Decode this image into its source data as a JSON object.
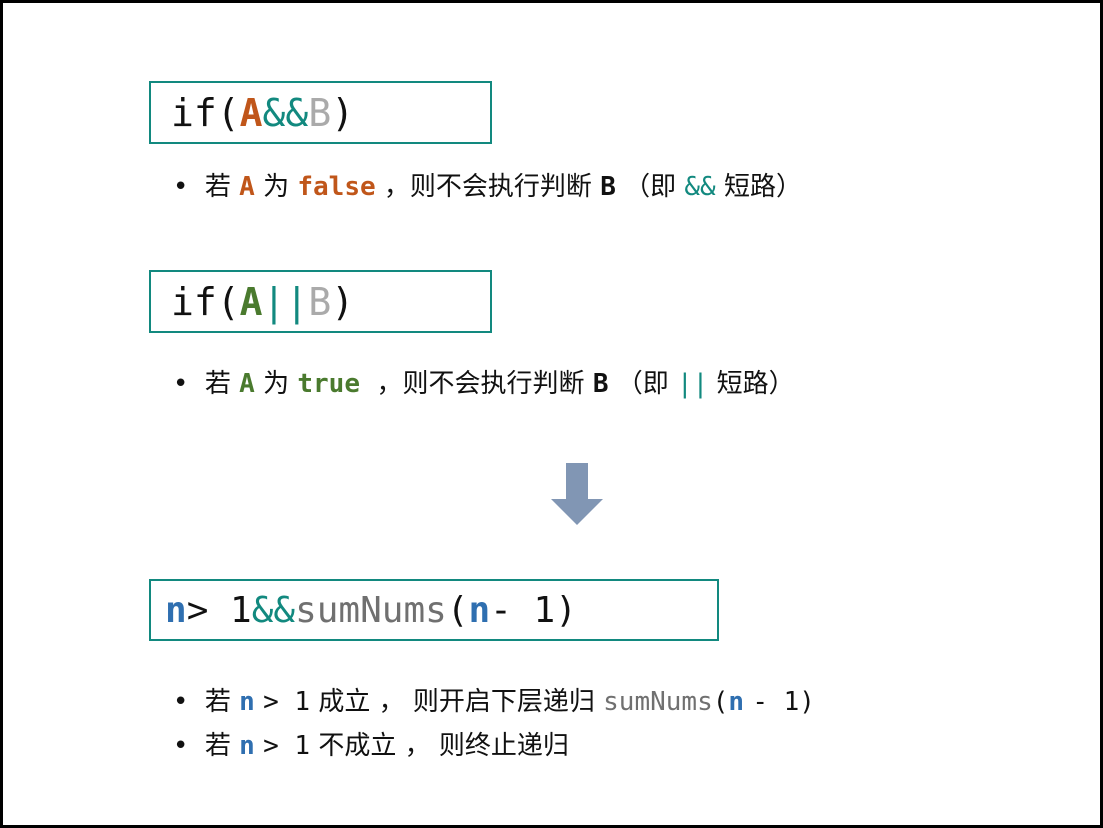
{
  "box1": {
    "if_kw": "if",
    "open_paren": "(",
    "a": "A",
    "op": "&&",
    "b": "B",
    "close_paren": ")"
  },
  "line1": {
    "bullet": "•",
    "ruo": "若",
    "a": "A",
    "wei": "为",
    "value": "false",
    "sep": "，",
    "then_text": "则不会执行判断",
    "b": "B",
    "paren_open": "（即",
    "op": "&&",
    "short_circuit": "短路）"
  },
  "box2": {
    "if_kw": "if",
    "open_paren": "(",
    "a": "A",
    "op": "||",
    "b": "B",
    "close_paren": ")"
  },
  "line2": {
    "bullet": "•",
    "ruo": "若",
    "a": "A",
    "wei": "为",
    "value": "true",
    "sep": "，",
    "then_text": "则不会执行判断",
    "b": "B",
    "paren_open": "（即",
    "op": "||",
    "short_circuit": "短路）"
  },
  "arrow": {
    "color": "#8196b4",
    "icon": "down-arrow-icon"
  },
  "box3": {
    "n1": "n",
    "gt_one": "> 1",
    "op": "&&",
    "func": "sumNums",
    "open_paren": "(",
    "n2": "n",
    "minus_one": "- 1",
    "close_paren": ")"
  },
  "line3": {
    "bullet": "•",
    "ruo": "若",
    "n": "n",
    "cond": "> 1",
    "holds": "成立",
    "sep": "，",
    "then_text": "则开启下层递归",
    "func": "sumNums",
    "open_paren": "(",
    "n2": "n",
    "minus_one": "- 1",
    "close_paren": ")"
  },
  "line4": {
    "bullet": "•",
    "ruo": "若",
    "n": "n",
    "cond": "> 1",
    "not_holds": "不成立",
    "sep": "，",
    "then_text": "则终止递归"
  },
  "colors": {
    "teal": "#12897f",
    "orange": "#c0561a",
    "green": "#4a7a2e",
    "blue": "#2f6fb0",
    "gray": "#aaaaaa"
  }
}
